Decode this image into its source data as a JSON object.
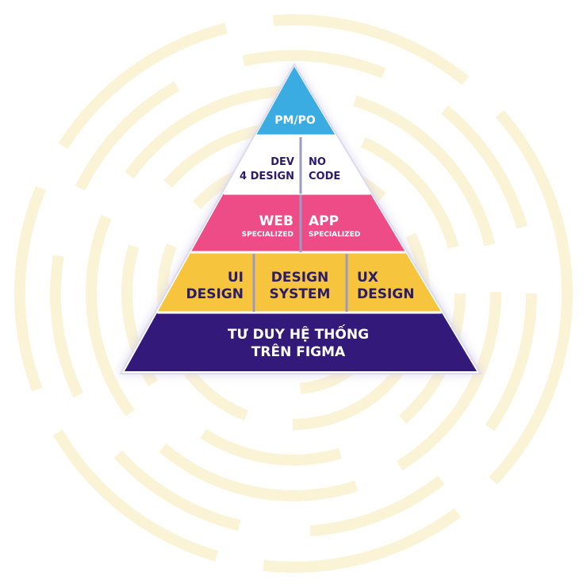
{
  "pyramid": {
    "tiers": [
      {
        "id": "pm-po",
        "color": "#3AACE2",
        "blocks": [
          {
            "id": "pm-po",
            "lines": [
              "PM/PO"
            ],
            "text_color": "#ffffff"
          }
        ]
      },
      {
        "id": "dev-nocode",
        "color": "#ffffff",
        "blocks": [
          {
            "id": "dev-4-design",
            "lines": [
              "DEV",
              "4 DESIGN"
            ],
            "text_color": "#2A1B6B"
          },
          {
            "id": "no-code",
            "lines": [
              "NO",
              "CODE"
            ],
            "text_color": "#2A1B6B"
          }
        ]
      },
      {
        "id": "specialized",
        "color": "#EE4C86",
        "blocks": [
          {
            "id": "web-specialized",
            "lines": [
              "WEB"
            ],
            "sub": "SPECIALIZED",
            "text_color": "#ffffff"
          },
          {
            "id": "app-specialized",
            "lines": [
              "APP"
            ],
            "sub": "SPECIALIZED",
            "text_color": "#ffffff"
          }
        ]
      },
      {
        "id": "design",
        "color": "#F7C43D",
        "blocks": [
          {
            "id": "ui-design",
            "lines": [
              "UI",
              "DESIGN"
            ],
            "text_color": "#2A1B6B"
          },
          {
            "id": "design-system",
            "lines": [
              "DESIGN",
              "SYSTEM"
            ],
            "text_color": "#2A1B6B"
          },
          {
            "id": "ux-design",
            "lines": [
              "UX",
              "DESIGN"
            ],
            "text_color": "#2A1B6B"
          }
        ]
      },
      {
        "id": "foundation",
        "color": "#33197A",
        "blocks": [
          {
            "id": "tu-duy-he-thong",
            "lines": [
              "TƯ DUY HỆ THỐNG",
              "TRÊN FIGMA"
            ],
            "text_color": "#ffffff"
          }
        ]
      }
    ],
    "divider_color": "#9C9AC4",
    "outline_color": "#DDDBEE",
    "background_ring_color": "#FBF3D6"
  }
}
